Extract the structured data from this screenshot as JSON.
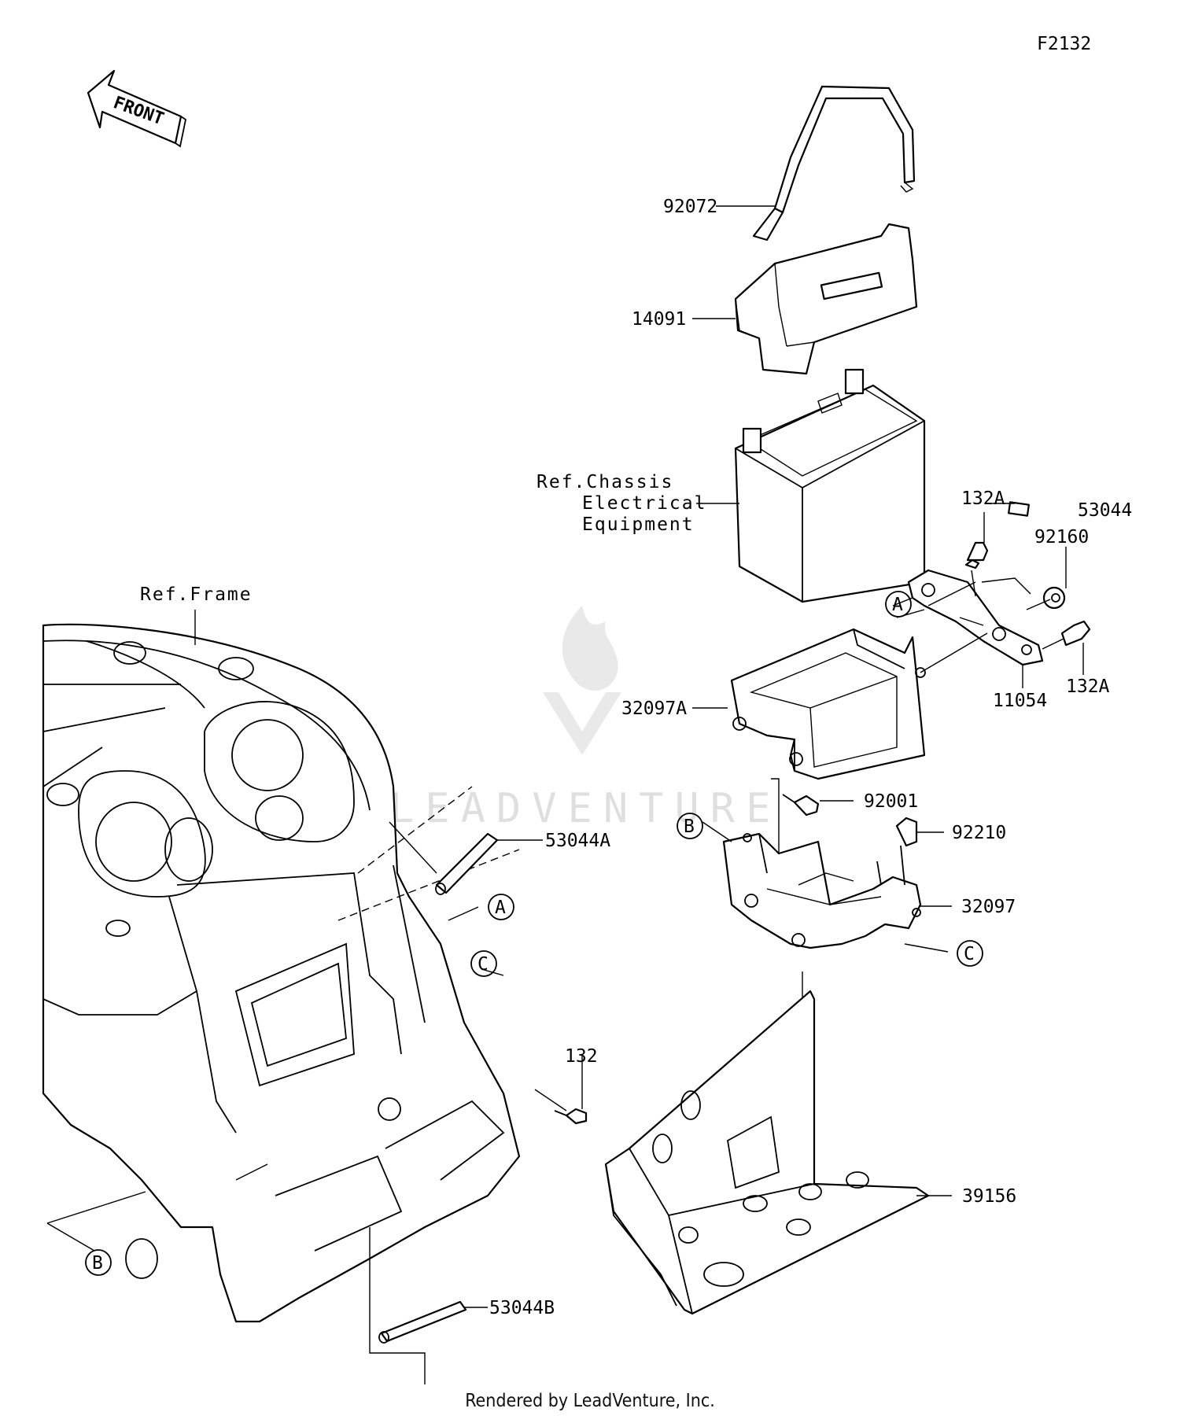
{
  "diagram_code": "F2132",
  "front_arrow_label": "FRONT",
  "watermark": "LEADVENTURE",
  "footer": "Rendered by LeadVenture, Inc.",
  "refs": {
    "chassis": [
      "Ref.Chassis",
      "Electrical",
      "Equipment"
    ],
    "frame": "Ref.Frame"
  },
  "parts": {
    "p92072": "92072",
    "p14091": "14091",
    "p132A_top": "132A",
    "p53044": "53044",
    "p92160": "92160",
    "p132A_bottom": "132A",
    "p11054": "11054",
    "p32097A": "32097A",
    "p92001": "92001",
    "p92210": "92210",
    "p32097": "32097",
    "p53044A": "53044A",
    "p132": "132",
    "p39156": "39156",
    "p53044B": "53044B"
  },
  "callouts": {
    "a_bracket": "A",
    "b_tray": "B",
    "c_tray": "C",
    "a_frame": "A",
    "c_frame": "C",
    "b_frame": "B"
  }
}
